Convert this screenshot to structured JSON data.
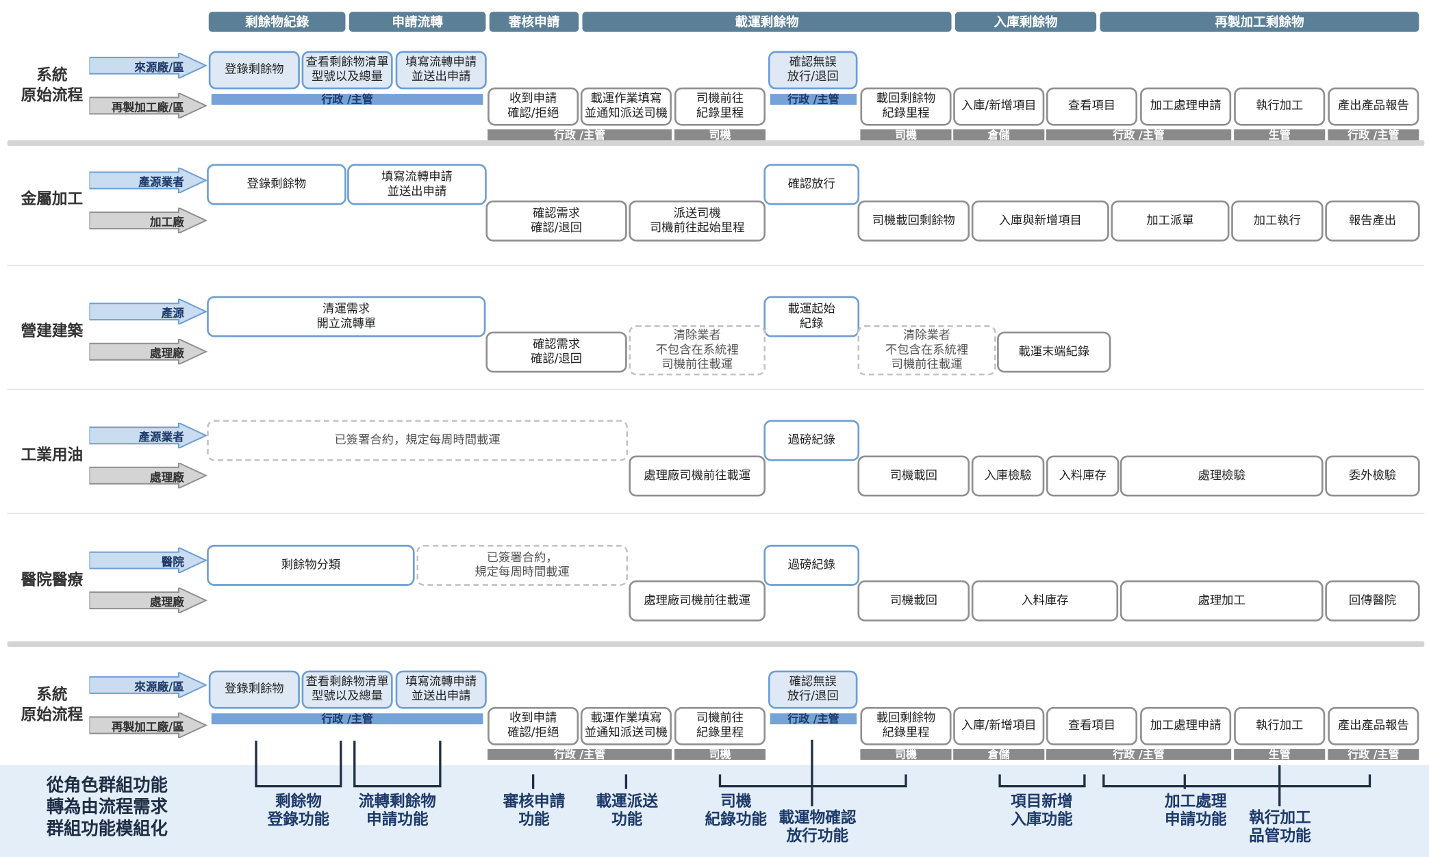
{
  "headers": [
    "剩餘物紀錄",
    "申請流轉",
    "審核申請",
    "載運剩餘物",
    "入庫剩餘物",
    "再製加工剩餘物"
  ],
  "rows": {
    "system_top": {
      "title": "系統\n原始流程",
      "source_label": "來源廠/區",
      "process_label": "再製加工廠/區",
      "boxes": [
        "登錄剩餘物",
        "查看剩餘物清單\n型號以及總量",
        "填寫流轉申請\n並送出申請",
        "確認無誤\n放行/退回",
        "收到申請\n確認/拒絕",
        "載運作業填寫\n並通知派送司機",
        "司機前往\n紀錄里程",
        "載回剩餘物\n紀錄里程",
        "入庫/新增項目",
        "查看項目",
        "加工處理申請",
        "執行加工",
        "產出產品報告"
      ],
      "bars": [
        "行政 /主管",
        "行政 /主管",
        "行政 /主管",
        "司機",
        "司機",
        "倉儲",
        "行政 /主管",
        "生管",
        "行政 /主管"
      ]
    },
    "metal": {
      "title": "金屬加工",
      "source_label": "產源業者",
      "process_label": "加工廠",
      "boxes": [
        "登錄剩餘物",
        "填寫流轉申請\n並送出申請",
        "確認放行",
        "確認需求\n確認/退回",
        "派送司機\n司機前往起始里程",
        "司機載回剩餘物",
        "入庫與新增項目",
        "加工派單",
        "加工執行",
        "報告產出"
      ]
    },
    "construction": {
      "title": "營建建築",
      "source_label": "產源",
      "process_label": "處理廠",
      "boxes": [
        "清運需求\n開立流轉單",
        "載運起始\n紀錄",
        "確認需求\n確認/退回",
        "清除業者\n不包含在系統裡\n司機前往載運",
        "清除業者\n不包含在系統裡\n司機前往載運",
        "載運末端紀錄"
      ]
    },
    "oil": {
      "title": "工業用油",
      "source_label": "產源業者",
      "process_label": "處理廠",
      "boxes": [
        "已簽署合約，規定每周時間載運",
        "過磅紀錄",
        "處理廠司機前往載運",
        "司機載回",
        "入庫檢驗",
        "入料庫存",
        "處理檢驗",
        "委外檢驗"
      ]
    },
    "hospital": {
      "title": "醫院醫療",
      "source_label": "醫院",
      "process_label": "處理廠",
      "boxes": [
        "剩餘物分類",
        "已簽署合約，\n規定每周時間載運",
        "過磅紀錄",
        "處理廠司機前往載運",
        "司機載回",
        "入料庫存",
        "處理加工",
        "回傳醫院"
      ]
    },
    "system_bottom": {
      "title": "系統\n原始流程",
      "source_label": "來源廠/區",
      "process_label": "再製加工廠/區",
      "boxes": [
        "登錄剩餘物",
        "查看剩餘物清單\n型號以及總量",
        "填寫流轉申請\n並送出申請",
        "確認無誤\n放行/退回",
        "收到申請\n確認/拒絕",
        "載運作業填寫\n並通知派送司機",
        "司機前往\n紀錄里程",
        "載回剩餘物\n紀錄里程",
        "入庫/新增項目",
        "查看項目",
        "加工處理申請",
        "執行加工",
        "產出產品報告"
      ],
      "bars": [
        "行政 /主管",
        "行政 /主管",
        "行政 /主管",
        "司機",
        "司機",
        "倉儲",
        "行政 /主管",
        "生管",
        "行政 /主管"
      ]
    }
  },
  "bottom": {
    "title": "從角色群組功能\n轉為由流程需求\n群組功能模組化",
    "functions": [
      "剩餘物\n登錄功能",
      "流轉剩餘物\n申請功能",
      "審核申請\n功能",
      "載運派送\n功能",
      "司機\n紀錄功能",
      "載運物確認\n放行功能",
      "項目新增\n入庫功能",
      "加工處理\n申請功能",
      "執行加工\n品管功能"
    ]
  },
  "colors": {
    "header": "#5b7f97",
    "blue_border": "#6d9ed4",
    "blue_fill": "#dfe9f5",
    "gray_border": "#8f8f8f",
    "dashed": "#c4c4c4",
    "bottom_band": "#e3eef8",
    "function_text": "#1e3a6a"
  }
}
